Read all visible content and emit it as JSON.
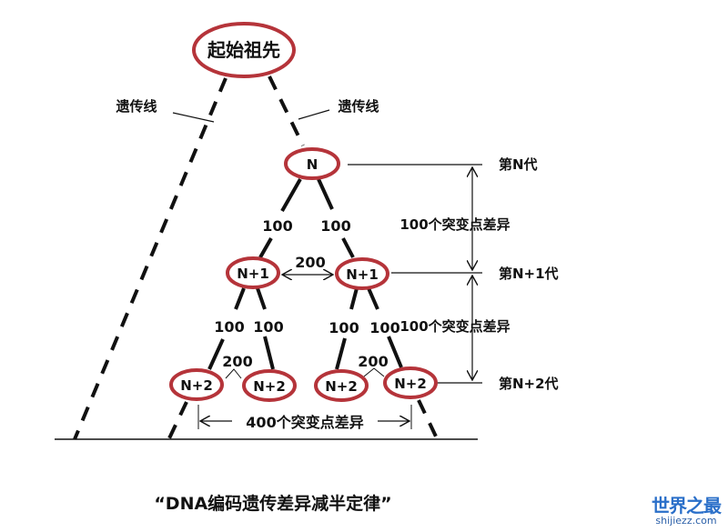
{
  "root_label": "起始祖先",
  "inheritance_line_left": "遗传线",
  "inheritance_line_right": "遗传线",
  "nodes": {
    "n": "N",
    "n1_left": "N+1",
    "n1_right": "N+1",
    "n2_a": "N+2",
    "n2_b": "N+2",
    "n2_c": "N+2",
    "n2_d": "N+2"
  },
  "edges": {
    "n_left": "100",
    "n_right": "100",
    "n1l_left": "100",
    "n1l_right": "100",
    "n1r_left": "100",
    "n1r_right": "100"
  },
  "diffs": {
    "n1_between": "200",
    "n2_left_pair": "200",
    "n2_right_pair": "200",
    "n2_cousins": "400个突变点差异"
  },
  "generations": {
    "g0": "第N代",
    "g1": "第N+1代",
    "g2": "第N+2代",
    "gap1": "100个突变点差异",
    "gap2": "100个突变点差异"
  },
  "title": "“DNA编码遗传差异减半定律”",
  "watermark": {
    "cn": "世界之最",
    "en": "shijiezz.com"
  },
  "colors": {
    "node_stroke": "#b5343a",
    "line": "#111111",
    "logo": "#2a6fc9"
  }
}
